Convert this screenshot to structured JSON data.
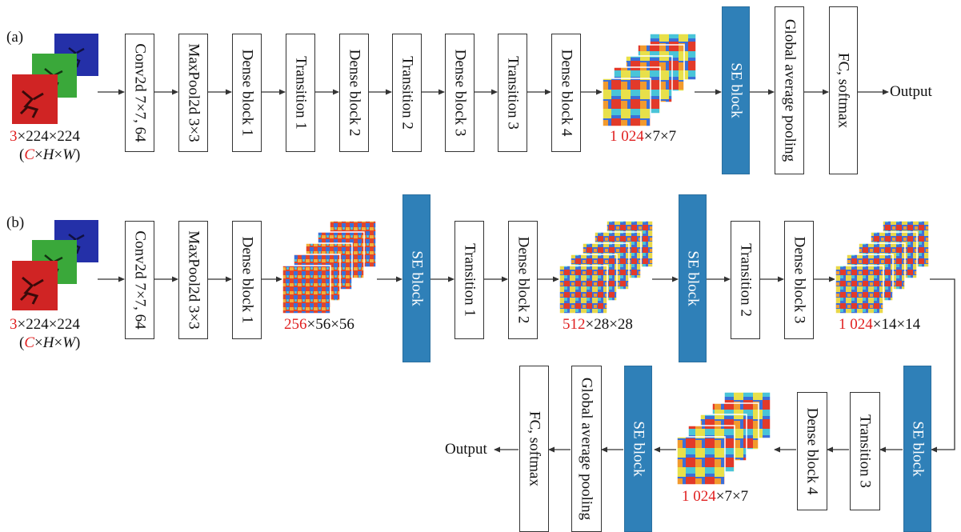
{
  "colors": {
    "se_block": "#2f80b8",
    "highlight_red": "#e02020",
    "channel_red": "#d02424",
    "channel_green": "#3aa83a",
    "channel_blue": "#2430a8",
    "arrow": "#333333"
  },
  "panel_a": {
    "letter": "(a)",
    "input": {
      "prefix": "3",
      "dims": "×224×224",
      "paren_open": "(",
      "C": "C",
      "x1": "×",
      "H": "H",
      "x2": "×",
      "W": "W",
      "paren_close": ")"
    },
    "blocks": [
      "Conv2d 7×7, 64",
      "MaxPool2d 3×3",
      "Dense block 1",
      "Transition 1",
      "Dense block 2",
      "Transition 2",
      "Dense block 3",
      "Transition 3",
      "Dense block 4"
    ],
    "feature": {
      "prefix": "1 024",
      "suffix": "×7×7"
    },
    "se_label": "SE block",
    "gap_label": "Global average pooling",
    "fc_label": "FC, softmax",
    "output": "Output"
  },
  "panel_b": {
    "letter": "(b)",
    "input": {
      "prefix": "3",
      "dims": "×224×224",
      "paren_open": "(",
      "C": "C",
      "x1": "×",
      "H": "H",
      "x2": "×",
      "W": "W",
      "paren_close": ")"
    },
    "blocks_start": [
      "Conv2d 7×7, 64",
      "MaxPool2d 3×3",
      "Dense block 1"
    ],
    "feat1": {
      "prefix": "256",
      "suffix": "×56×56"
    },
    "se1": "SE block",
    "blocks_mid1": [
      "Transition 1",
      "Dense block 2"
    ],
    "feat2": {
      "prefix": "512",
      "suffix": "×28×28"
    },
    "se2": "SE block",
    "blocks_mid2": [
      "Transition 2",
      "Dense block 3"
    ],
    "feat3": {
      "prefix": "1 024",
      "suffix": "×14×14"
    },
    "se3": "SE block",
    "transition3": "Transition 3",
    "dense4": "Dense block 4",
    "feat4": {
      "prefix": "1 024",
      "suffix": "×7×7"
    },
    "se4": "SE block",
    "gap_label": "Global average pooling",
    "fc_label": "FC, softmax",
    "output": "Output"
  }
}
